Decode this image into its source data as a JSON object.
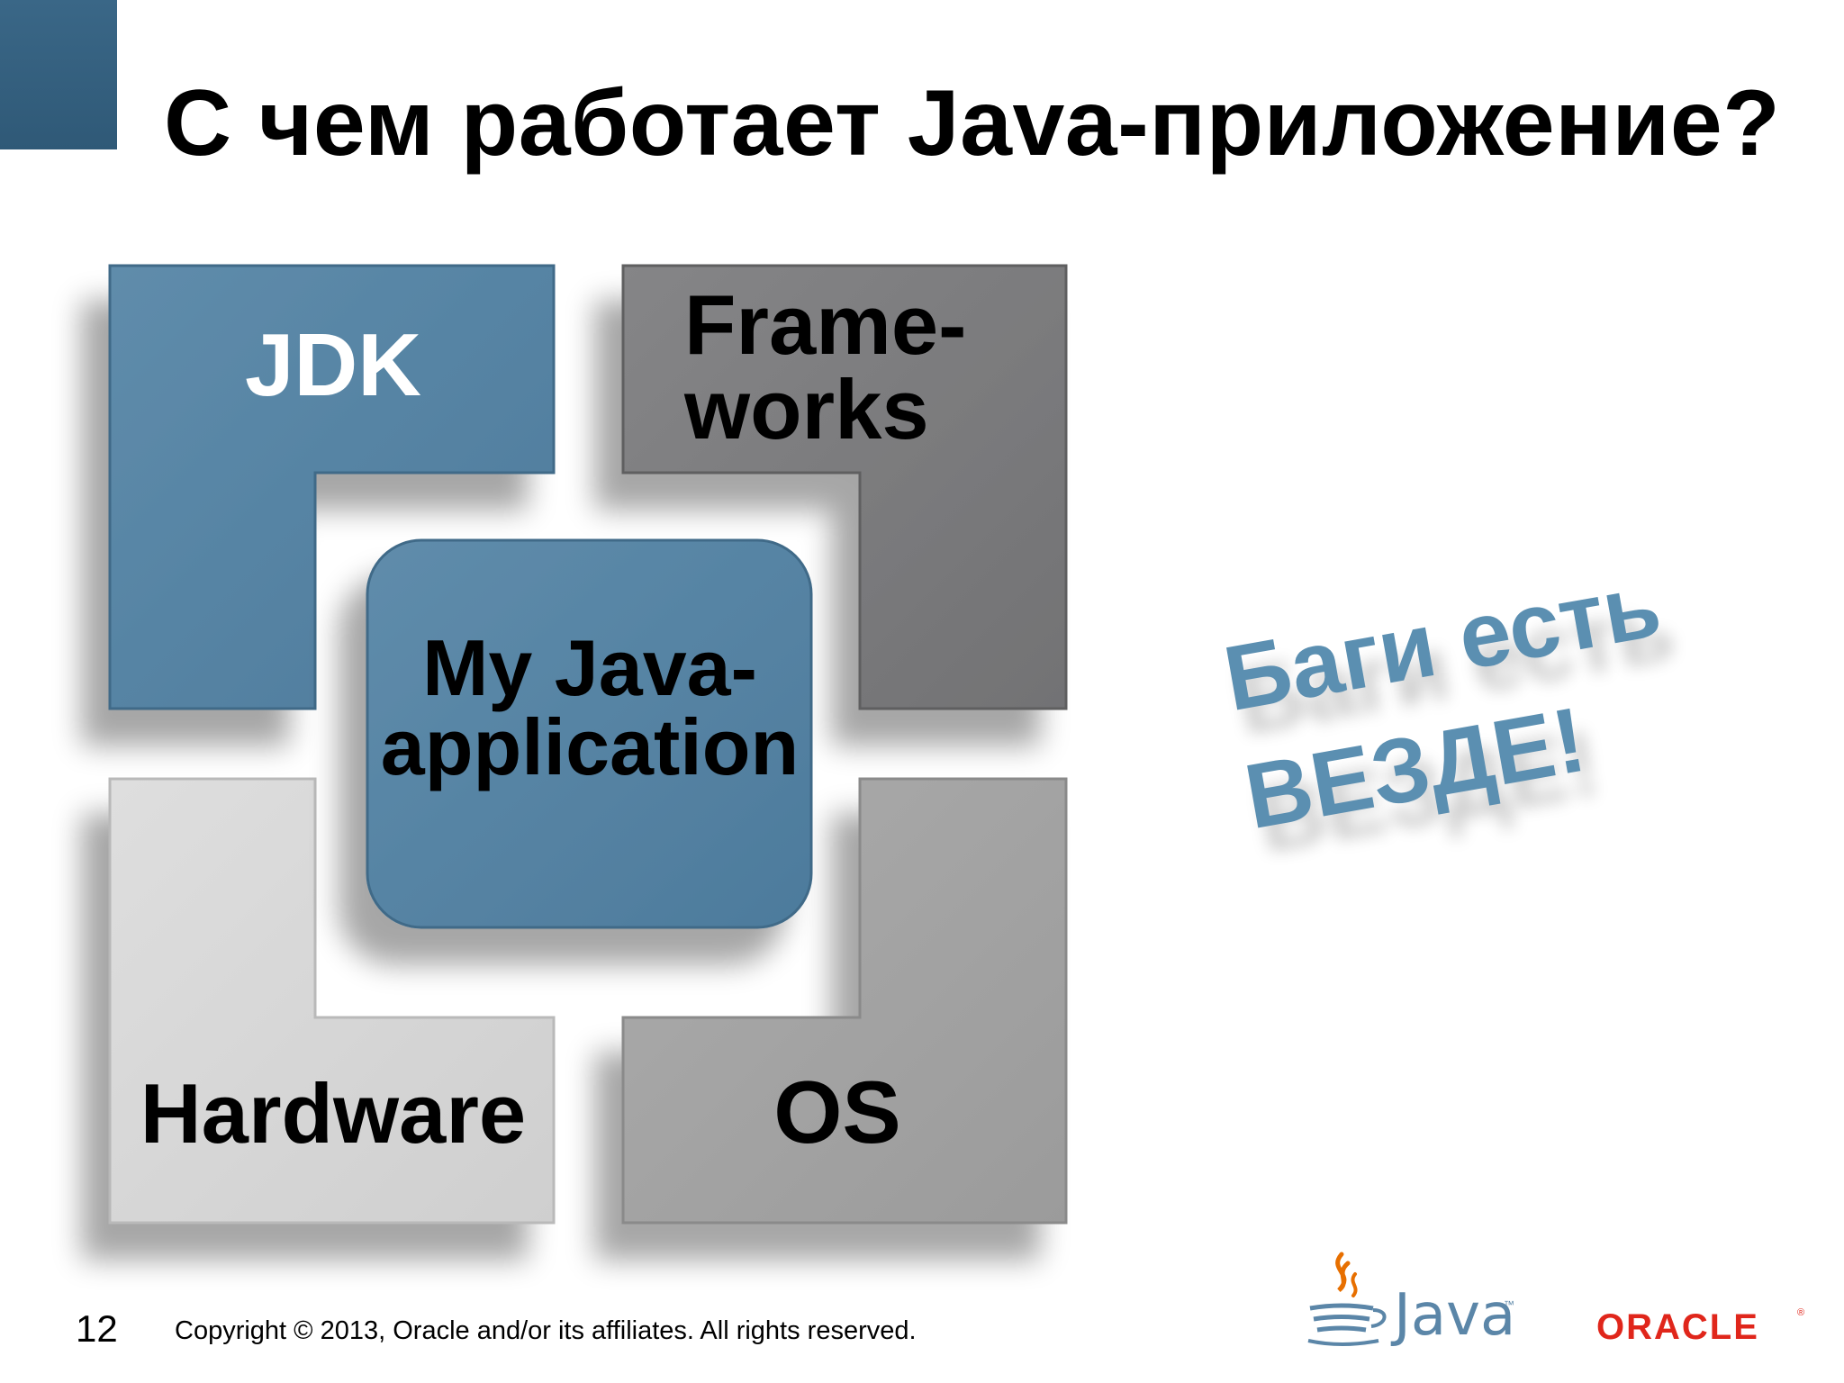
{
  "slide": {
    "title": "С чем работает Java-приложение?",
    "page_number": "12",
    "copyright": "Copyright © 2013, Oracle and/or its affiliates. All rights reserved."
  },
  "diagram": {
    "jdk": "JDK",
    "frameworks_line1": "Frame-",
    "frameworks_line2": "works",
    "app_line1": "My Java-",
    "app_line2": "application",
    "hardware": "Hardware",
    "os": "OS"
  },
  "callout": {
    "line1": "Баги есть",
    "line2": "ВЕЗДЕ!"
  },
  "logos": {
    "java": "Java",
    "java_tm": "™",
    "oracle": "ORACLE",
    "oracle_r": "®"
  },
  "colors": {
    "accent_blue": "#5785a6",
    "dark_gray": "#7c7c7e",
    "light_gray": "#d6d6d6",
    "mid_gray": "#a3a3a3",
    "callout_blue": "#5b8fb1",
    "oracle_red": "#e0261b"
  }
}
